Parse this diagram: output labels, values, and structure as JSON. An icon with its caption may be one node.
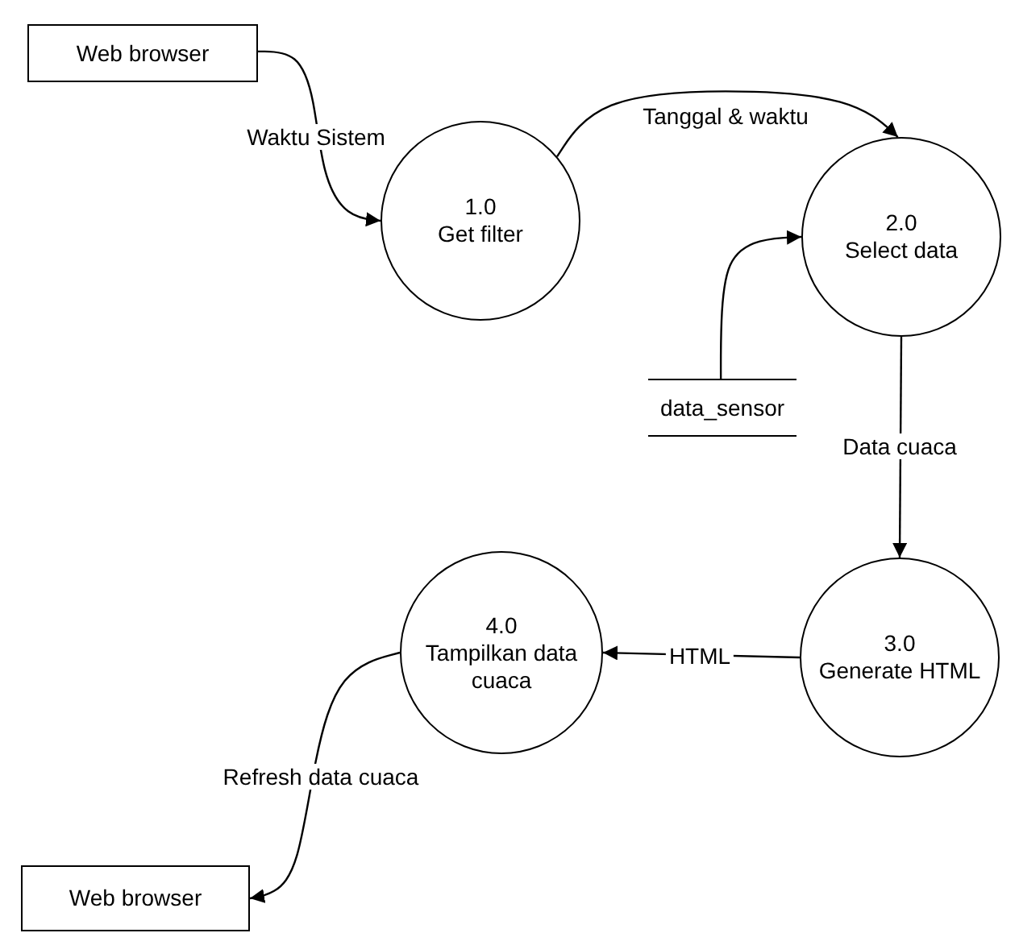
{
  "diagram": {
    "nodes": [
      {
        "text": [
          "Web browser"
        ]
      },
      {
        "text": [
          "1.0",
          "Get filter"
        ]
      },
      {
        "text": [
          "2.0",
          "Select data"
        ]
      },
      {
        "text": [
          "data_sensor"
        ]
      },
      {
        "text": [
          "3.0",
          "Generate HTML"
        ]
      },
      {
        "text": [
          "4.0",
          "Tampilkan data cuaca"
        ]
      },
      {
        "text": [
          "Web browser"
        ]
      }
    ],
    "edges": [
      {
        "from": 0,
        "to": 1,
        "arrow": "to",
        "label": "Waktu Sistem"
      },
      {
        "from": 1,
        "to": 2,
        "arrow": "to",
        "label": "Tanggal & waktu"
      },
      {
        "from": 3,
        "to": 2,
        "arrow": "to"
      },
      {
        "from": 2,
        "to": 4,
        "arrow": "to",
        "label": "Data cuaca"
      },
      {
        "from": 4,
        "to": 5,
        "arrow": "to",
        "label": "HTML"
      },
      {
        "from": 5,
        "to": 6,
        "arrow": "to",
        "label": "Refresh data cuaca"
      }
    ]
  }
}
